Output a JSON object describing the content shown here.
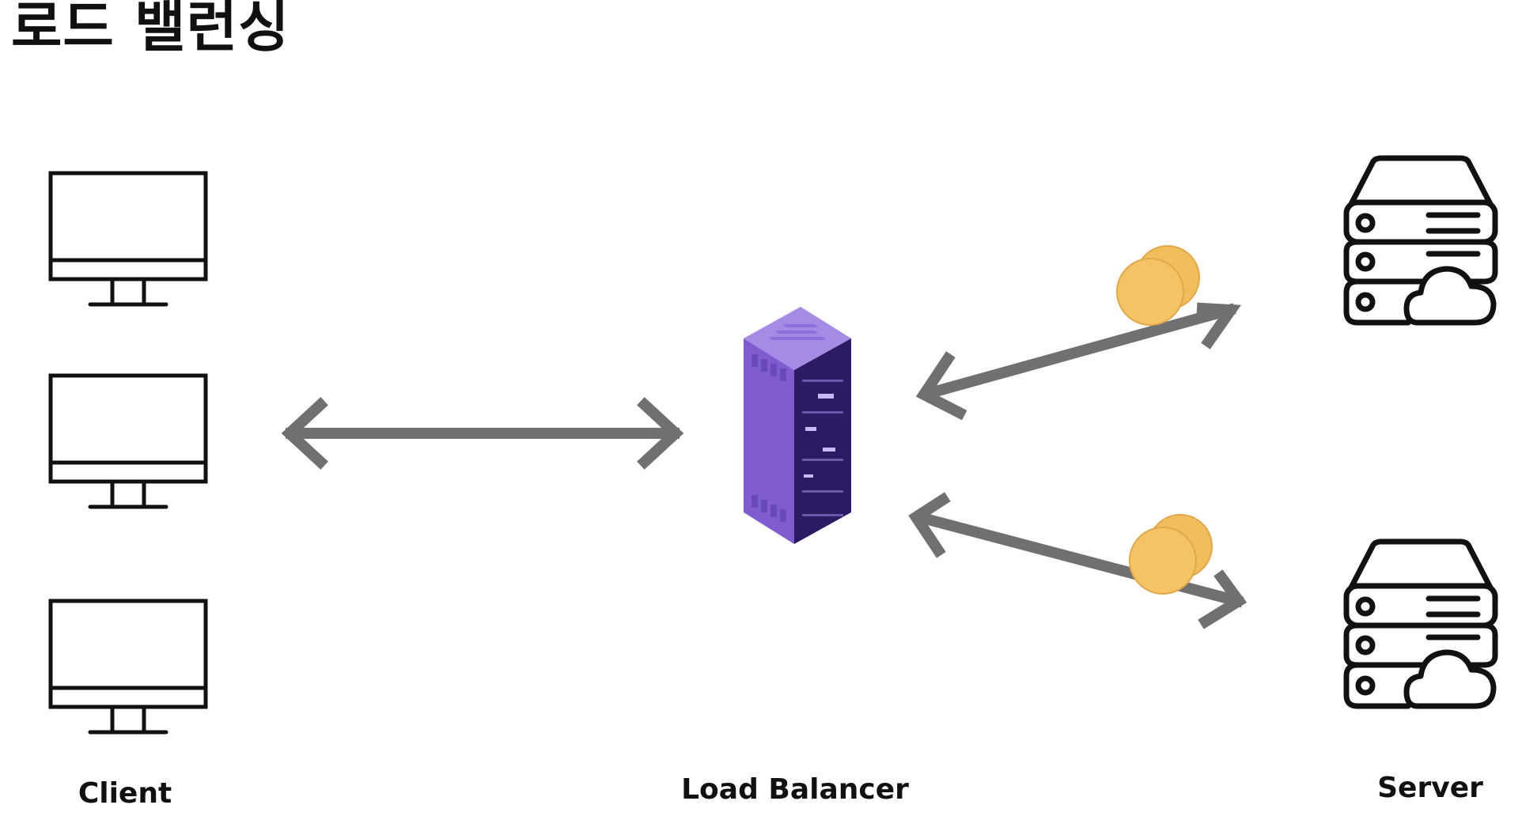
{
  "title": "로드 밸런싱",
  "labels": {
    "client": "Client",
    "load_balancer": "Load Balancer",
    "server": "Server"
  },
  "colors": {
    "arrow": "#707070",
    "outline": "#111111",
    "rack_front": "#7f5cd0",
    "rack_side": "#2c1a63",
    "rack_top": "#a58ae6",
    "coin": "#f2be5c",
    "coin_edge": "#e1a84a"
  },
  "icons": {
    "client": "desktop-monitor-icon",
    "load_balancer": "server-rack-icon",
    "server": "cloud-server-icon",
    "request": "coin-icon"
  }
}
